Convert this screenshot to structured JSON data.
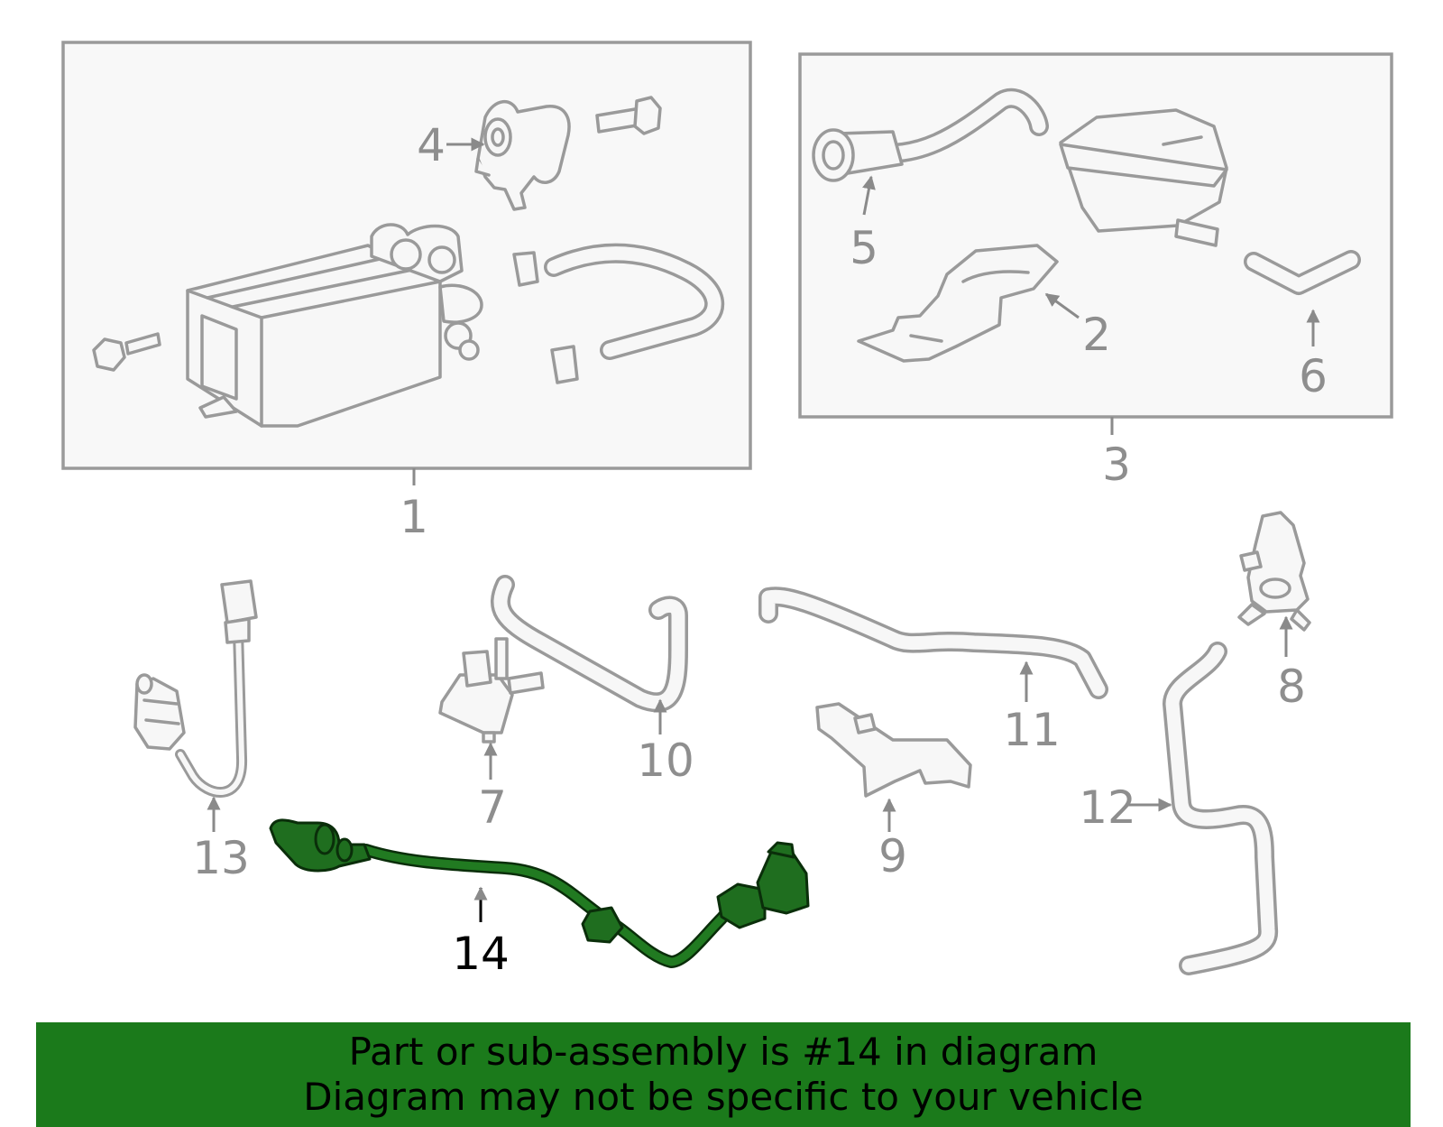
{
  "diagram": {
    "callouts": {
      "c1": "1",
      "c2": "2",
      "c3": "3",
      "c4": "4",
      "c5": "5",
      "c6": "6",
      "c7": "7",
      "c8": "8",
      "c9": "9",
      "c10": "10",
      "c11": "11",
      "c12": "12",
      "c13": "13",
      "c14": "14"
    },
    "highlighted_part": "14",
    "highlight_color": "#1f6e1f",
    "line_color": "#9a9a9a"
  },
  "banner": {
    "line1": "Part or sub-assembly is #14 in diagram",
    "line2": "Diagram may not be specific to your vehicle",
    "background": "#1b7a1b"
  }
}
